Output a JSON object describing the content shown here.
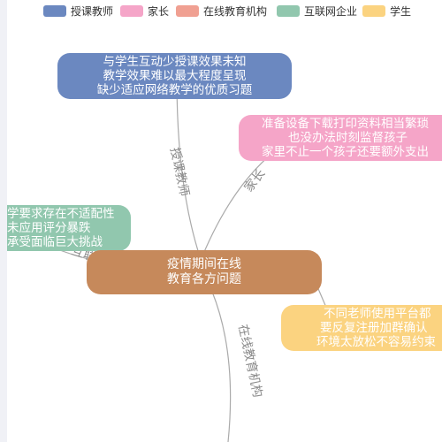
{
  "colors": {
    "teacher": "#6b88c0",
    "parent": "#f5a5c8",
    "institution": "#f0a092",
    "internet": "#91c7ae",
    "student": "#fbd380",
    "center": "#c6895b",
    "link": "#aaaaaa"
  },
  "legend": [
    {
      "label": "授课教师",
      "color": "#6b88c0",
      "icon": "rounded-rect-swatch"
    },
    {
      "label": "家长",
      "color": "#f5a5c8",
      "icon": "rounded-rect-swatch"
    },
    {
      "label": "在线教育机构",
      "color": "#f0a092",
      "icon": "rounded-rect-swatch"
    },
    {
      "label": "互联网企业",
      "color": "#91c7ae",
      "icon": "rounded-rect-swatch"
    },
    {
      "label": "学生",
      "color": "#fbd380",
      "icon": "rounded-rect-swatch"
    }
  ],
  "center": {
    "lines": [
      "疫情期间在线",
      "教育各方问题"
    ]
  },
  "nodes": {
    "teacher": {
      "lines": [
        "与学生互动少授课效果未知",
        "教学效果难以最大程度呈现",
        "缺少适应网络教学的优质习题"
      ]
    },
    "parent": {
      "lines": [
        "准备设备下载打印资料相当繁琐",
        "也没办法时刻监督孩子",
        "家里不止一个孩子还要额外支出"
      ]
    },
    "internet": {
      "lines": [
        "学要求存在不适配性",
        "未应用评分暴跌",
        "承受面临巨大挑战"
      ]
    },
    "student": {
      "lines": [
        "不同老师使用平台都",
        "要反复注册加群确认",
        "环境太放松不容易约束"
      ]
    }
  },
  "edges": {
    "teacher": "授课教师",
    "parent": "家长",
    "internet": "互联网企业",
    "institution": "在线教育机构"
  }
}
